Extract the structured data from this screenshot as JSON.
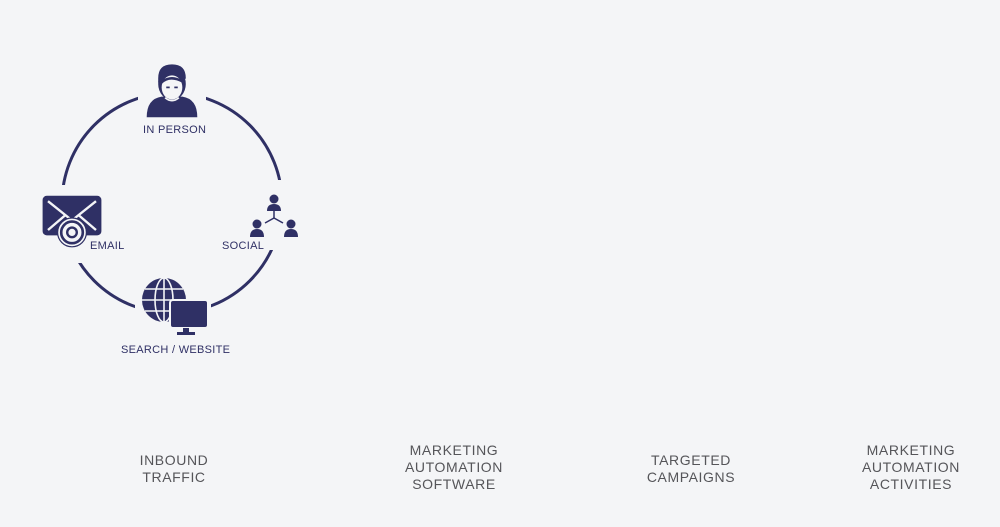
{
  "colors": {
    "navy": "#2f3065",
    "red": "#ee2b24",
    "gray": "#5a5a5c",
    "background": "#f4f5f7",
    "caption": "#555559"
  },
  "inbound": {
    "channels": [
      {
        "label": "IN PERSON",
        "icon": "person-icon"
      },
      {
        "label": "SOCIAL",
        "icon": "social-network-icon"
      },
      {
        "label": "SEARCH / WEBSITE",
        "icon": "globe-monitor-icon"
      },
      {
        "label": "EMAIL",
        "icon": "email-at-icon"
      }
    ]
  },
  "software": {
    "icon": "monitor-gears-icon"
  },
  "campaigns": [
    {
      "icon": "man-icon",
      "color": "navy"
    },
    {
      "icon": "woman-icon",
      "color": "navy"
    },
    {
      "icon": "man-icon",
      "color": "red"
    },
    {
      "icon": "woman-icon",
      "color": "red"
    }
  ],
  "activities": [
    {
      "icon": "truck-icon",
      "color": "navy"
    },
    {
      "icon": "email-at-icon",
      "color": "navy"
    },
    {
      "icon": "truck-icon",
      "color": "red"
    },
    {
      "icon": "email-at-icon",
      "color": "red"
    }
  ],
  "captions": [
    "INBOUND\nTRAFFIC",
    "MARKETING\nAUTOMATION\nSOFTWARE",
    "TARGETED\nCAMPAIGNS",
    "MARKETING\nAUTOMATION\nACTIVITIES"
  ]
}
